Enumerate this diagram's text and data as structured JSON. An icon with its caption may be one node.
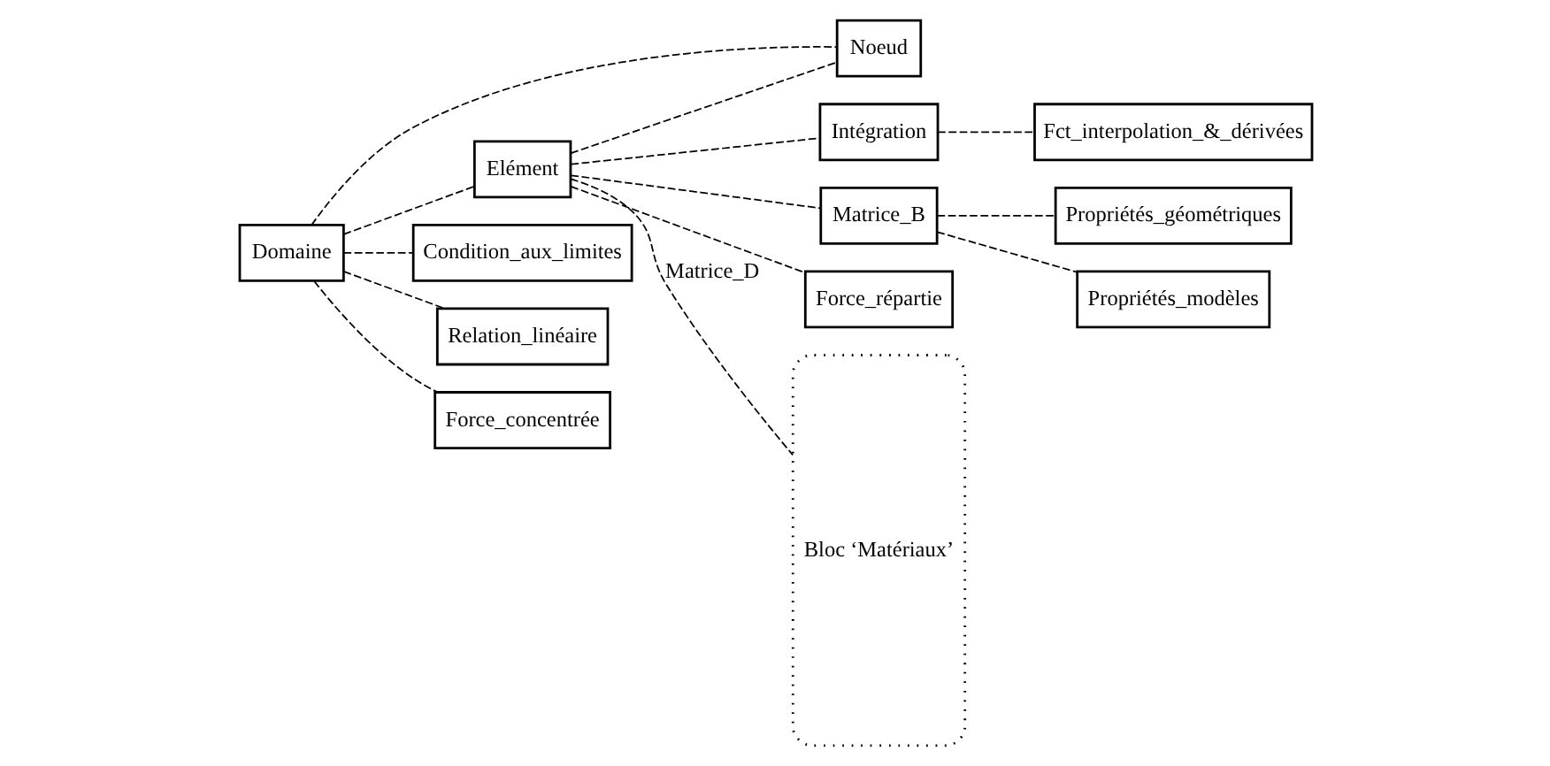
{
  "diagram": {
    "nodes": [
      {
        "text": [
          "Domaine"
        ]
      },
      {
        "text": [
          "Noeud"
        ]
      },
      {
        "text": [
          "Elément"
        ]
      },
      {
        "text": [
          "Intégration"
        ]
      },
      {
        "text": [
          "Fct_interpolation_&_dérivées"
        ]
      },
      {
        "text": [
          "Matrice_B"
        ]
      },
      {
        "text": [
          "Propriétés_géométriques"
        ]
      },
      {
        "text": [
          "Propriétés_modèles"
        ]
      },
      {
        "text": [
          "Force_répartie"
        ]
      },
      {
        "text": [
          "Condition_aux_limites"
        ]
      },
      {
        "text": [
          "Relation_linéaire"
        ]
      },
      {
        "text": [
          "Force_concentrée"
        ]
      },
      {
        "text": [
          "Bloc ‘Matériaux’"
        ]
      }
    ],
    "edges": [
      {
        "from": 0,
        "to": 1,
        "arrow": "none",
        "style": "dashed"
      },
      {
        "from": 0,
        "to": 2,
        "arrow": "none",
        "style": "dashed"
      },
      {
        "from": 2,
        "to": 1,
        "arrow": "none",
        "style": "dashed"
      },
      {
        "from": 2,
        "to": 12,
        "arrow": "none",
        "style": "dashed",
        "label": "Matrice_D"
      },
      {
        "from": 2,
        "to": 3,
        "arrow": "none",
        "style": "dashed"
      },
      {
        "from": 2,
        "to": 5,
        "arrow": "none",
        "style": "dashed"
      },
      {
        "from": 2,
        "to": 8,
        "arrow": "none",
        "style": "dashed"
      },
      {
        "from": 3,
        "to": 4,
        "arrow": "none",
        "style": "dashed"
      },
      {
        "from": 5,
        "to": 6,
        "arrow": "none",
        "style": "dashed"
      },
      {
        "from": 5,
        "to": 7,
        "arrow": "none",
        "style": "dashed"
      },
      {
        "from": 0,
        "to": 10,
        "arrow": "none",
        "style": "dashed"
      },
      {
        "from": 0,
        "to": 9,
        "arrow": "none",
        "style": "dashed"
      },
      {
        "from": 0,
        "to": 11,
        "arrow": "none",
        "style": "dashed"
      }
    ]
  }
}
